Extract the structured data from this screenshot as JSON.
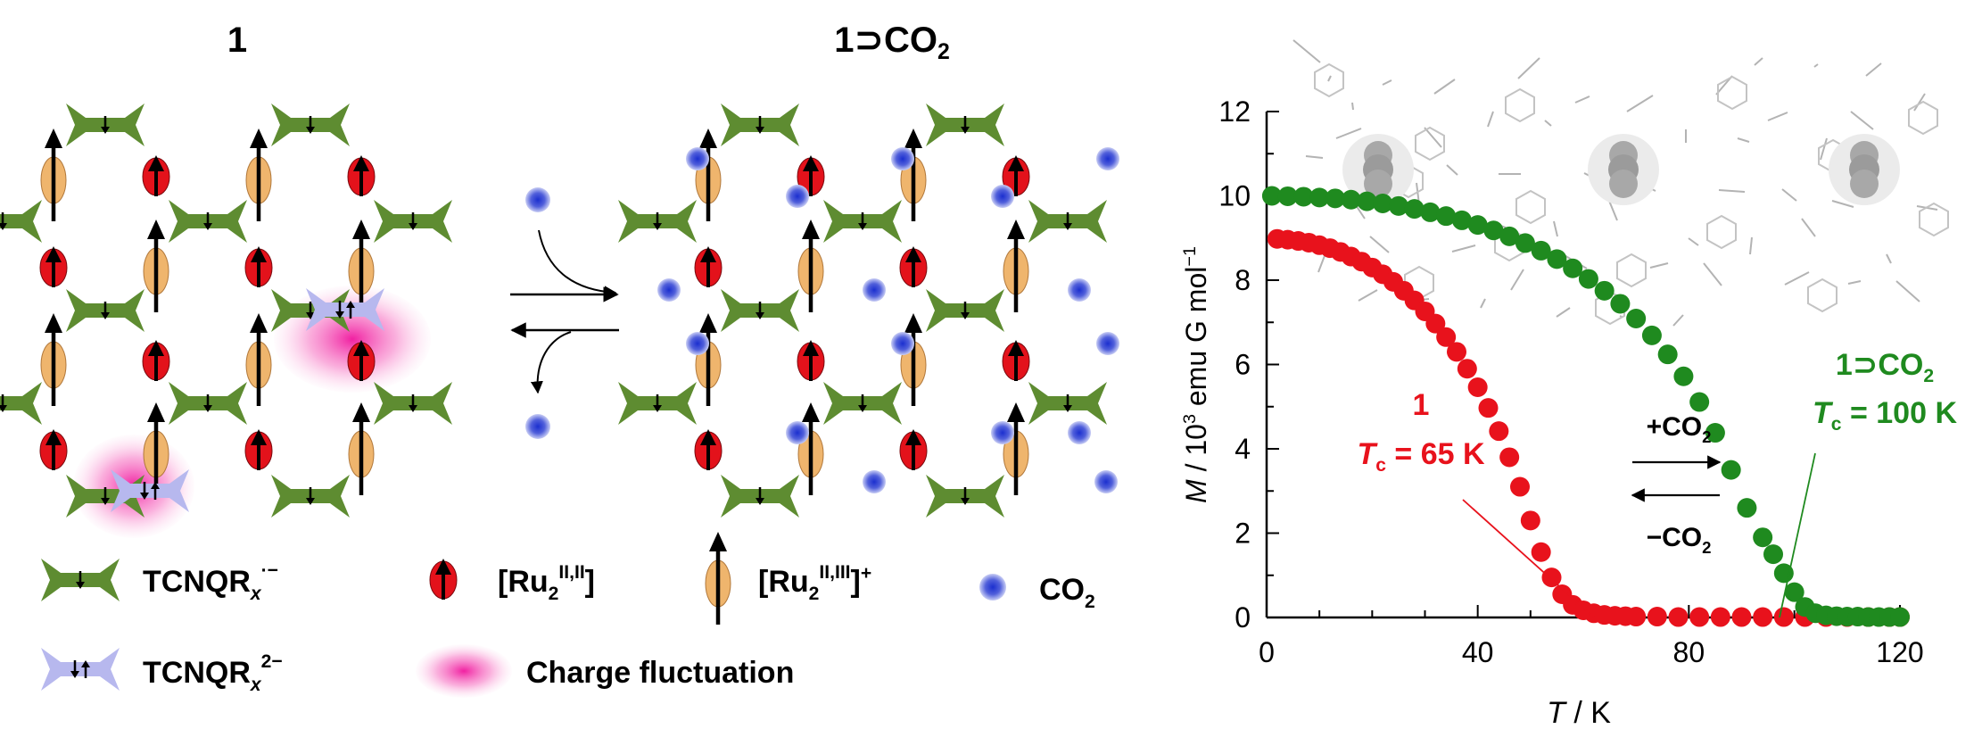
{
  "panels": {
    "left_title": "1",
    "middle_title": "1⊃CO",
    "middle_title_sub": "2"
  },
  "legend": {
    "tcnq_radical": {
      "prefix": "TCNQR",
      "sub": "x",
      "sup": "·−"
    },
    "tcnq_dianion": {
      "prefix": "TCNQR",
      "sub": "x",
      "sup": "2−"
    },
    "ru_22": {
      "prefix": "[Ru",
      "sub": "2",
      "sup": "II,II",
      "suffix": "]"
    },
    "ru_23": {
      "prefix": "[Ru",
      "sub": "2",
      "sup": "II,III",
      "suffix": "]",
      "sup2": "+"
    },
    "co2": {
      "prefix": "CO",
      "sub": "2"
    },
    "charge_fluctuation": "Charge fluctuation"
  },
  "arrows_center": {
    "forward": "→",
    "reverse": "←"
  },
  "chart_data": {
    "type": "scatter",
    "xlabel_var": "T",
    "xlabel_unit": " / K",
    "ylabel_var": "M",
    "ylabel_rest": " / 10",
    "ylabel_sup": "3",
    "ylabel_tail": " emu G mol",
    "ylabel_sup2": "−1",
    "xlim": [
      0,
      120
    ],
    "ylim": [
      0,
      12
    ],
    "xticks": [
      0,
      40,
      80,
      120
    ],
    "yticks": [
      0,
      2,
      4,
      6,
      8,
      10,
      12
    ],
    "series": [
      {
        "name": "1",
        "color": "#e8121c",
        "tc_label": "T",
        "tc_sub": "c",
        "tc_value": " = 65 K",
        "x": [
          2,
          4,
          6,
          8,
          10,
          12,
          14,
          16,
          18,
          20,
          22,
          24,
          26,
          28,
          30,
          32,
          34,
          36,
          38,
          40,
          42,
          44,
          46,
          48,
          50,
          52,
          54,
          56,
          58,
          60,
          62,
          64,
          66,
          68,
          70,
          74,
          78,
          82,
          86,
          90,
          94,
          98,
          102,
          106,
          110,
          114,
          118,
          120
        ],
        "y": [
          8.98,
          8.96,
          8.93,
          8.89,
          8.83,
          8.76,
          8.67,
          8.56,
          8.44,
          8.3,
          8.14,
          7.96,
          7.75,
          7.52,
          7.26,
          6.97,
          6.65,
          6.3,
          5.9,
          5.46,
          4.97,
          4.42,
          3.8,
          3.1,
          2.3,
          1.55,
          0.95,
          0.55,
          0.3,
          0.17,
          0.1,
          0.06,
          0.04,
          0.03,
          0.02,
          0.02,
          0.01,
          0.01,
          0.01,
          0.01,
          0.01,
          0.01,
          0.01,
          0.01,
          0.01,
          0.01,
          0.01,
          0.01
        ]
      },
      {
        "name": "1⊃CO",
        "name_sub": "2",
        "color": "#1f8a1f",
        "tc_label": "T",
        "tc_sub": "c",
        "tc_value": " = 100 K",
        "x": [
          1,
          4,
          7,
          10,
          13,
          16,
          19,
          22,
          25,
          28,
          31,
          34,
          37,
          40,
          43,
          46,
          49,
          52,
          55,
          58,
          61,
          64,
          67,
          70,
          73,
          76,
          79,
          82,
          85,
          88,
          91,
          94,
          96,
          98,
          100,
          102,
          104,
          106,
          108,
          110,
          112,
          114,
          116,
          118,
          120
        ],
        "y": [
          10.0,
          9.99,
          9.98,
          9.96,
          9.94,
          9.91,
          9.87,
          9.82,
          9.76,
          9.69,
          9.61,
          9.52,
          9.42,
          9.31,
          9.18,
          9.04,
          8.88,
          8.7,
          8.5,
          8.28,
          8.03,
          7.75,
          7.44,
          7.09,
          6.69,
          6.24,
          5.72,
          5.11,
          4.38,
          3.5,
          2.6,
          1.9,
          1.5,
          1.05,
          0.6,
          0.25,
          0.1,
          0.05,
          0.03,
          0.02,
          0.02,
          0.01,
          0.01,
          0.01,
          0.01
        ]
      }
    ],
    "annotations": {
      "plus_co2": "+CO",
      "plus_co2_sub": "2",
      "minus_co2": "−CO",
      "minus_co2_sub": "2"
    }
  },
  "colors": {
    "tcnq": "#5e8c31",
    "tcnq_dianion": "#b7b8ee",
    "ru_red": "#e3121b",
    "ru_orange": "#efb56d",
    "co2": "#2e3fd4",
    "pink": "#f25ab3"
  }
}
